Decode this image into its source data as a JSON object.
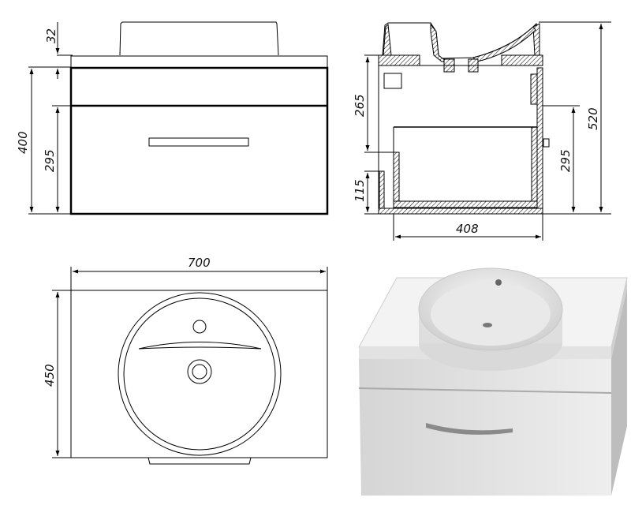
{
  "drawing": {
    "front_view": {
      "dim_top": "32",
      "dim_height": "400",
      "dim_drawer": "295"
    },
    "side_view": {
      "dim_upper": "265",
      "dim_lower": "115",
      "dim_total": "520",
      "dim_drawer": "295",
      "dim_depth": "408"
    },
    "top_view": {
      "dim_width": "700",
      "dim_depth": "450"
    },
    "render": {
      "colors": {
        "body": "#e6e6e6",
        "shadow": "#b5b5b5",
        "top": "#f4f4f4"
      }
    }
  }
}
